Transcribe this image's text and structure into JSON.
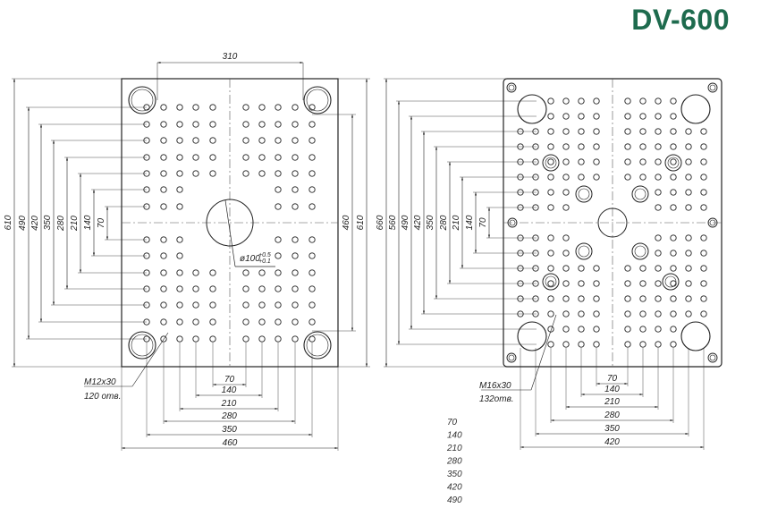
{
  "title": "DV-600",
  "colors": {
    "title": "#1e6b4e",
    "line": "#222222"
  },
  "left_plate": {
    "top_dim": "310",
    "left_dims": [
      "610",
      "490",
      "420",
      "350",
      "280",
      "210",
      "140",
      "70"
    ],
    "right_dims": [
      "460",
      "610"
    ],
    "bottom_dims": [
      "70",
      "140",
      "210",
      "280",
      "350",
      "460"
    ],
    "center_dia": "ø100",
    "center_tol_upper": "+0.5",
    "center_tol_lower": "+0.1",
    "thread_label": "M12x30",
    "holes_label": "120 отв."
  },
  "right_plate": {
    "left_dims": [
      "660",
      "560",
      "490",
      "420",
      "350",
      "280",
      "210",
      "140",
      "70"
    ],
    "bottom_dims": [
      "70",
      "140",
      "210",
      "280",
      "350",
      "420"
    ],
    "thread_label": "M16x30",
    "holes_label": "132отв."
  },
  "stacked_values": [
    "70",
    "140",
    "210",
    "280",
    "350",
    "420",
    "490"
  ]
}
